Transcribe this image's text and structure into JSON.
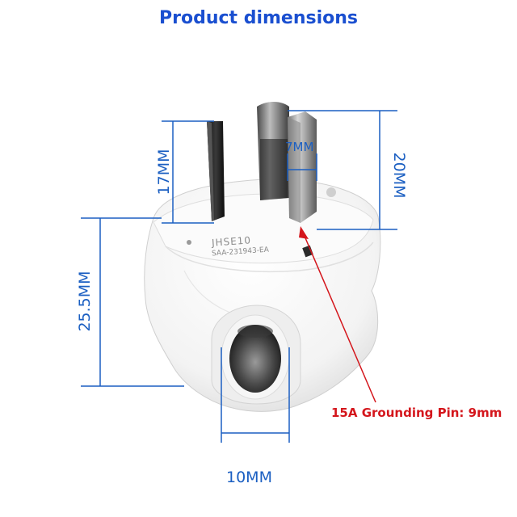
{
  "title": "Product dimensions",
  "dimensions": {
    "pin_length": "17MM",
    "ground_pin_width": "7MM",
    "ground_pin_length": "20MM",
    "body_height": "25.5MM",
    "cable_entry_width": "10MM"
  },
  "annotation": "15A Grounding Pin: 9mm",
  "plug_marking": {
    "model": "JHSE10",
    "approval": "SAA-231943-EA"
  },
  "colors": {
    "title": "#1a4fd0",
    "dimension": "#1b5fc2",
    "annotation": "#d4161c"
  }
}
